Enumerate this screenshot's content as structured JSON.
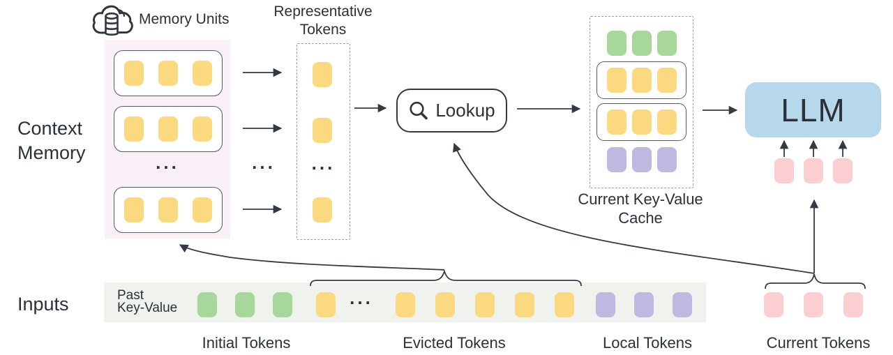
{
  "palette": {
    "yellow": "#FBD981",
    "green": "#A8D79B",
    "purple": "#BFB9E2",
    "pink": "#FBCED2",
    "blue": "#B7D8EA",
    "memory_panel": "#FAF0F8",
    "input_strip": "#F0F2EE",
    "line": "#343A42",
    "text": "#2B3139",
    "dash_border": "#9AA0A6",
    "row_border": "#565C63"
  },
  "ellipsis": "...",
  "left_labels": {
    "context_memory_line1": "Context",
    "context_memory_line2": "Memory",
    "inputs": "Inputs"
  },
  "memory": {
    "units_label": "Memory Units",
    "icon": "cloud-database-icon",
    "rows": [
      {
        "tokens": {
          "count": 3,
          "color": "yellow"
        }
      },
      {
        "tokens": {
          "count": 3,
          "color": "yellow"
        }
      },
      {
        "tokens": {
          "count": 3,
          "color": "yellow"
        }
      }
    ]
  },
  "representative": {
    "title_line1": "Representative",
    "title_line2": "Tokens",
    "token_top": {
      "count": 1,
      "color": "yellow"
    },
    "token_mid": {
      "count": 1,
      "color": "yellow"
    },
    "token_bottom": {
      "count": 1,
      "color": "yellow"
    }
  },
  "lookup": {
    "label": "Lookup",
    "icon": "magnifier-icon"
  },
  "cache": {
    "title_line1": "Current Key-Value",
    "title_line2": "Cache",
    "rows": [
      {
        "color": "green",
        "count": 3,
        "boxed": false
      },
      {
        "color": "yellow",
        "count": 3,
        "boxed": true
      },
      {
        "color": "yellow",
        "count": 3,
        "boxed": true
      },
      {
        "color": "purple",
        "count": 3,
        "boxed": false
      }
    ]
  },
  "llm": {
    "label": "LLM",
    "input_tokens": {
      "count": 3,
      "color": "pink"
    }
  },
  "inputs": {
    "strip_label_line1": "Past",
    "strip_label_line2": "Key-Value",
    "groups": {
      "initial": {
        "label": "Initial Tokens",
        "tokens": {
          "count": 3,
          "color": "green"
        }
      },
      "evicted": {
        "label": "Evicted Tokens",
        "tokens_before_ellipsis": {
          "count": 1,
          "color": "yellow"
        },
        "tokens_after_ellipsis": {
          "count": 5,
          "color": "yellow"
        }
      },
      "local": {
        "label": "Local Tokens",
        "tokens": {
          "count": 3,
          "color": "purple"
        }
      },
      "current": {
        "label": "Current Tokens",
        "tokens": {
          "count": 3,
          "color": "pink"
        }
      }
    }
  }
}
